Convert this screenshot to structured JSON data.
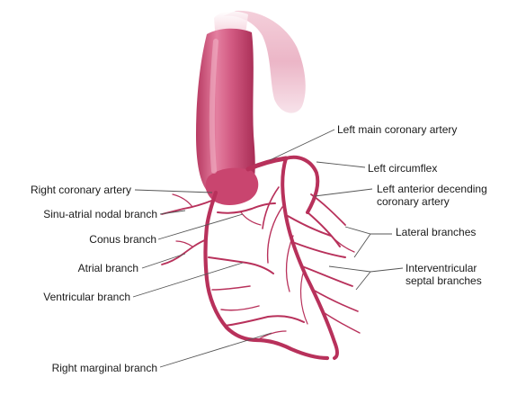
{
  "labels": {
    "left_main": "Left main coronary artery",
    "left_circumflex": "Left circumflex",
    "lad_1": "Left anterior decending",
    "lad_2": "coronary artery",
    "lateral": "Lateral branches",
    "septal_1": "Interventricular",
    "septal_2": "septal branches",
    "rca": "Right coronary artery",
    "sinu_atrial": "Sinu-atrial nodal branch",
    "conus": "Conus branch",
    "atrial": "Atrial branch",
    "ventricular": "Ventricular branch",
    "right_marginal": "Right marginal branch"
  },
  "colors": {
    "artery": "#b8315b",
    "artery_dark": "#8e1f44",
    "aorta_light": "#e68aa6",
    "aorta_mid": "#cf4c76",
    "leader": "#555555"
  }
}
